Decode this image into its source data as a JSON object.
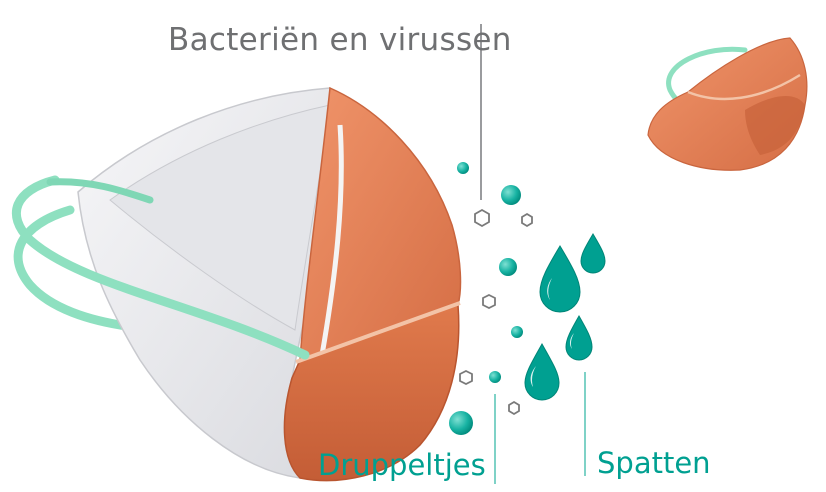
{
  "labels": {
    "bacteria": "Bacteriën en virussen",
    "droplets": "Druppeltjes",
    "splashes": "Spatten"
  },
  "colors": {
    "label_gray": "#6f7072",
    "teal": "#00a091",
    "teal_dark": "#008577",
    "mask_orange": "#e8845a",
    "mask_orange_dark": "#c8623b",
    "mask_white": "#f1f1f3",
    "strap_mint": "#8ee0c0",
    "particle_gray": "#7a7a7a"
  },
  "icons": {
    "main_mask": "face-mask-image",
    "small_mask": "face-mask-thumbnail",
    "bacteria_particle": "hexagon-icon",
    "droplet": "droplet-icon",
    "bubble": "bubble-icon"
  }
}
